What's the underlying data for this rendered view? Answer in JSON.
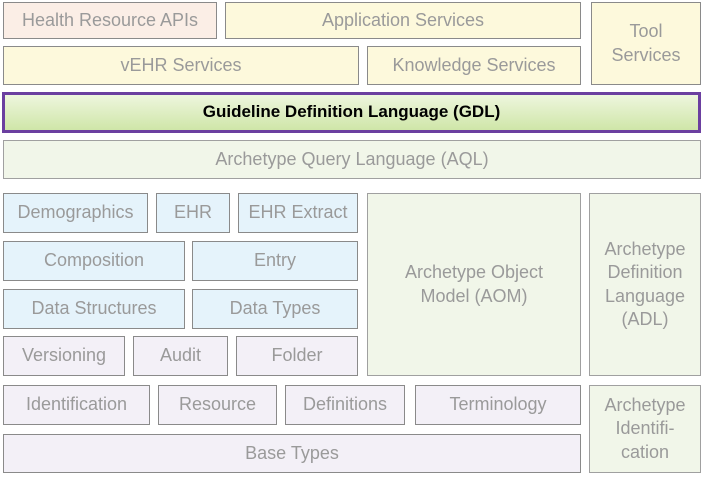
{
  "layers": {
    "health_resource_apis": "Health Resource APIs",
    "application_services": "Application Services",
    "tool_services": "Tool Services",
    "vehr_services": "vEHR Services",
    "knowledge_services": "Knowledge Services",
    "gdl": "Guideline Definition Language (GDL)",
    "aql": "Archetype Query Language (AQL)",
    "demographics": "Demographics",
    "ehr": "EHR",
    "ehr_extract": "EHR Extract",
    "composition": "Composition",
    "entry": "Entry",
    "data_structures": "Data Structures",
    "data_types": "Data Types",
    "versioning": "Versioning",
    "audit": "Audit",
    "folder": "Folder",
    "aom": "Archetype Object Model (AOM)",
    "adl": "Archetype Definition Language (ADL)",
    "identification": "Identification",
    "resource": "Resource",
    "definitions": "Definitions",
    "terminology": "Terminology",
    "archetype_identification": "Archetype Identifi- cation",
    "base_types": "Base Types"
  }
}
